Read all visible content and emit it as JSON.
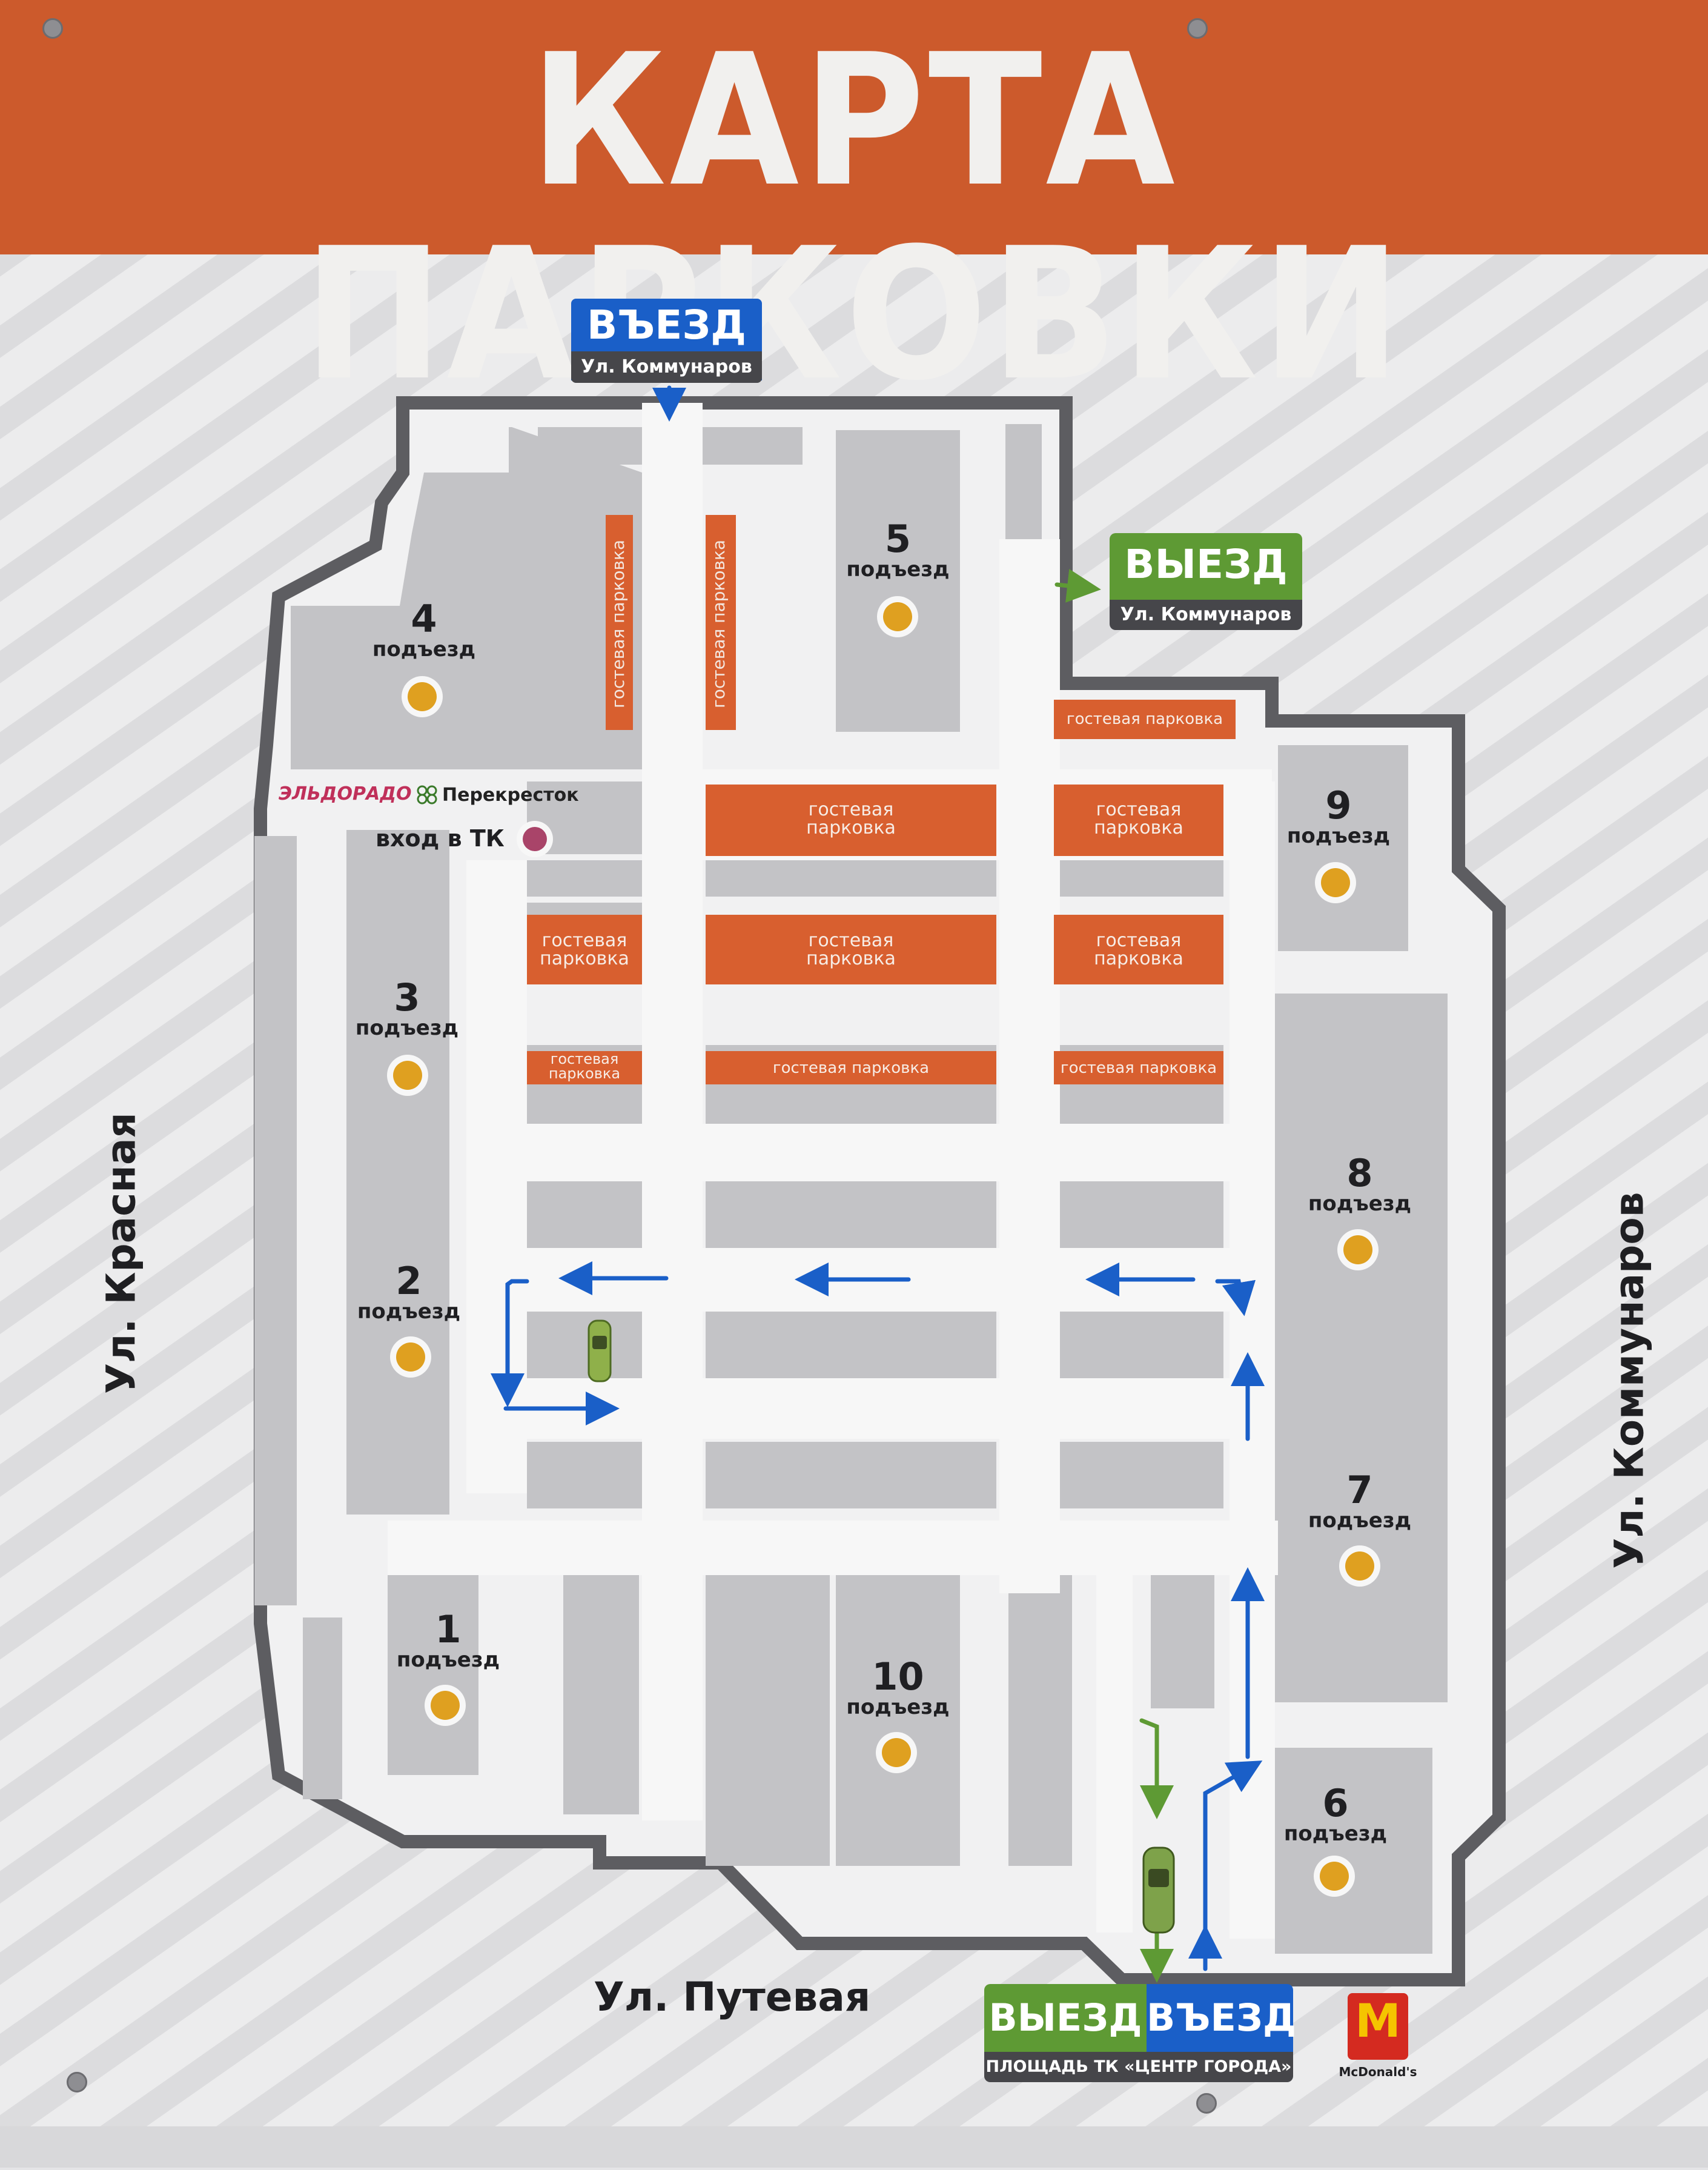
{
  "header": {
    "title": "КАРТА ПАРКОВКИ",
    "color": "#cc5a2c"
  },
  "entry_top": {
    "label": "ВЪЕЗД",
    "street": "Ул. Коммунаров",
    "color": "#1a5fc8"
  },
  "exit_right": {
    "label": "ВЫЕЗД",
    "street": "Ул. Коммунаров",
    "color": "#5e9a34"
  },
  "bottom_sign": {
    "exit_label": "ВЫЕЗД",
    "entry_label": "ВЪЕЗД",
    "caption": "ПЛОЩАДЬ ТК «ЦЕНТР ГОРОДА»"
  },
  "streets": {
    "left": "Ул. Красная",
    "right": "Ул. Коммунаров",
    "bottom": "Ул. Путевая"
  },
  "mall": {
    "brand1": "ЭЛЬДОРАДО",
    "brand2": "Перекресток",
    "entrance": "вход в ТК"
  },
  "mcdonalds": "McDonald's",
  "entrances": [
    {
      "num": "1",
      "label": "подъезд"
    },
    {
      "num": "2",
      "label": "подъезд"
    },
    {
      "num": "3",
      "label": "подъезд"
    },
    {
      "num": "4",
      "label": "подъезд"
    },
    {
      "num": "5",
      "label": "подъезд"
    },
    {
      "num": "6",
      "label": "подъезд"
    },
    {
      "num": "7",
      "label": "подъезд"
    },
    {
      "num": "8",
      "label": "подъезд"
    },
    {
      "num": "9",
      "label": "подъезд"
    },
    {
      "num": "10",
      "label": "подъезд"
    }
  ],
  "guest_parking": {
    "label_one_line": "гостевая парковка",
    "label_two_lines_1": "гостевая",
    "label_two_lines_2": "парковка"
  },
  "colors": {
    "guest": "#d85f2f",
    "building": "#c3c3c6",
    "road": "#f1f1f2",
    "wall": "#5d5d61",
    "entry_arrow": "#1a5fc8",
    "exit_arrow": "#5e9a34",
    "marker": "#dfa020"
  }
}
